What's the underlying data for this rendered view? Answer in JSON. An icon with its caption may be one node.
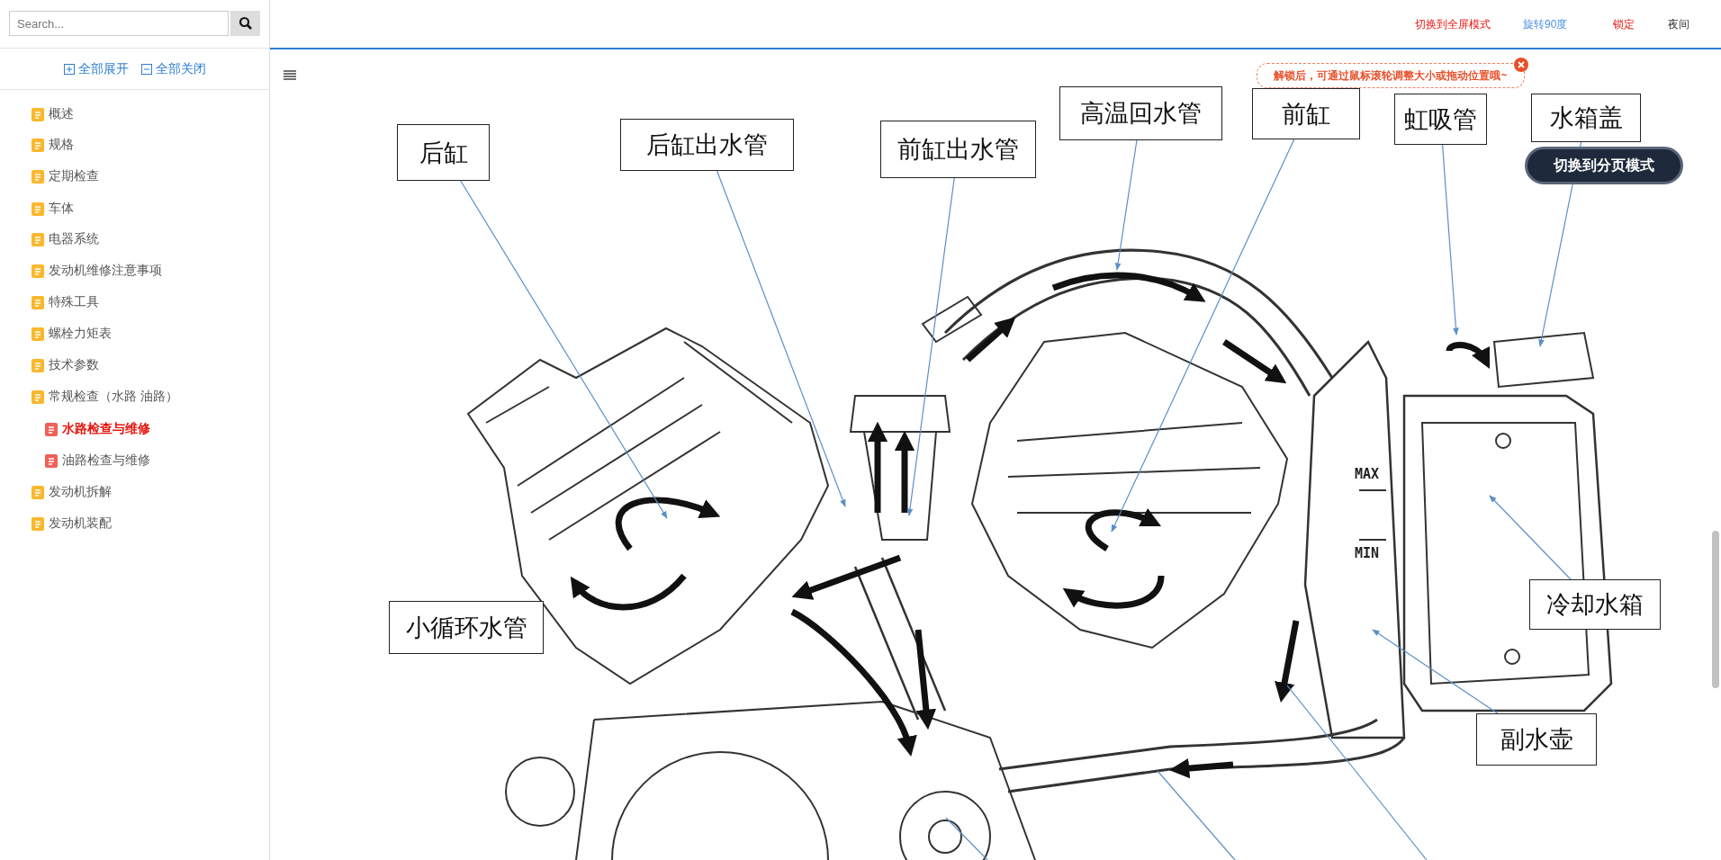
{
  "diagram": {
    "nodes": [
      {
        "text": [
          "后缸"
        ]
      },
      {
        "text": [
          "后缸出水管"
        ]
      },
      {
        "text": [
          "前缸出水管"
        ]
      },
      {
        "text": [
          "高温回水管"
        ]
      },
      {
        "text": [
          "前缸"
        ]
      },
      {
        "text": [
          "虹吸管"
        ]
      },
      {
        "text": [
          "水箱盖"
        ]
      },
      {
        "text": [
          "小循环水管"
        ]
      },
      {
        "text": [
          "冷却水箱"
        ]
      },
      {
        "text": [
          "副水壶"
        ]
      }
    ],
    "edges": [
      {
        "from": 0,
        "to": null,
        "arrow": "to"
      },
      {
        "from": 1,
        "to": null,
        "arrow": "to"
      },
      {
        "from": 2,
        "to": null,
        "arrow": "to"
      },
      {
        "from": 3,
        "to": null,
        "arrow": "to"
      },
      {
        "from": 4,
        "to": null,
        "arrow": "to"
      },
      {
        "from": 5,
        "to": null,
        "arrow": "to"
      },
      {
        "from": 6,
        "to": null,
        "arrow": "to"
      },
      {
        "from": 8,
        "to": null,
        "arrow": "to"
      },
      {
        "from": 9,
        "to": null,
        "arrow": "to"
      }
    ],
    "labels": [
      "Search...",
      "全部展开",
      "全部关闭",
      "概述",
      "规格",
      "定期检查",
      "车体",
      "电器系统",
      "发动机维修注意事项",
      "特殊工具",
      "螺栓力矩表",
      "技术参数",
      "常规检查（水路 油路）",
      "水路检查与维修",
      "油路检查与维修",
      "发动机拆解",
      "发动机装配",
      "切换到全屏模式",
      "旋转90度",
      "锁定",
      "夜间",
      "解锁后，可通过鼠标滚轮调整大小或拖动位置哦~",
      "MAX",
      "MIN",
      "切换到分页模式"
    ]
  }
}
